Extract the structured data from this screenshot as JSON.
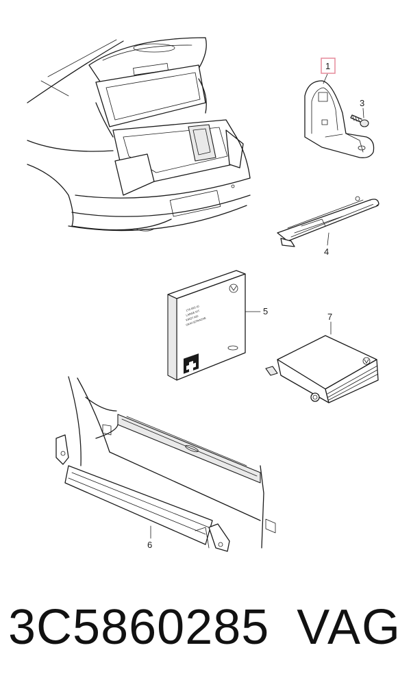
{
  "callouts": {
    "c1": "1",
    "c3": "3",
    "c4": "4",
    "c5": "5",
    "c6": "6",
    "c7": "7"
  },
  "highlight_color": "#e58a9a",
  "first_aid_box_text": {
    "l1": "1T0 093 10",
    "l2": "LARGE KIT",
    "l3": "FIRST AID",
    "l4": "OKAY/STRACHE"
  },
  "footer": {
    "part_number": "3C5860285",
    "brand": "VAG"
  }
}
